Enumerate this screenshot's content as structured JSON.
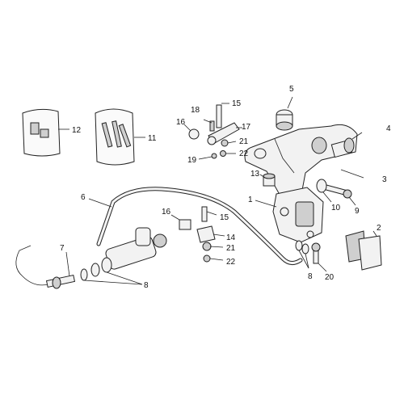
{
  "callouts": {
    "c1": "1",
    "c2": "2",
    "c3": "3",
    "c4": "4",
    "c5": "5",
    "c6": "6",
    "c7": "7",
    "c8a": "8",
    "c8b": "8",
    "c9": "9",
    "c10": "10",
    "c11": "11",
    "c12": "12",
    "c13": "13",
    "c14": "14",
    "c15a": "15",
    "c15b": "15",
    "c16a": "16",
    "c16b": "16",
    "c17": "17",
    "c18": "18",
    "c19": "19",
    "c20": "20",
    "c21a": "21",
    "c21b": "21",
    "c22a": "22",
    "c22b": "22"
  }
}
